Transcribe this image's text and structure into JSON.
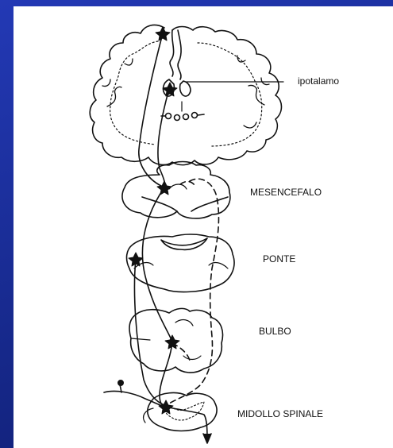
{
  "labels": {
    "ipotalamo": "ipotalamo",
    "mesencefalo": "MESENCEFALO",
    "ponte": "PONTE",
    "bulbo": "BULBO",
    "midollo_spinale": "MIDOLLO SPINALE"
  },
  "colors": {
    "background": "#1b2f9a",
    "panel": "#ffffff",
    "ink": "#111111"
  }
}
